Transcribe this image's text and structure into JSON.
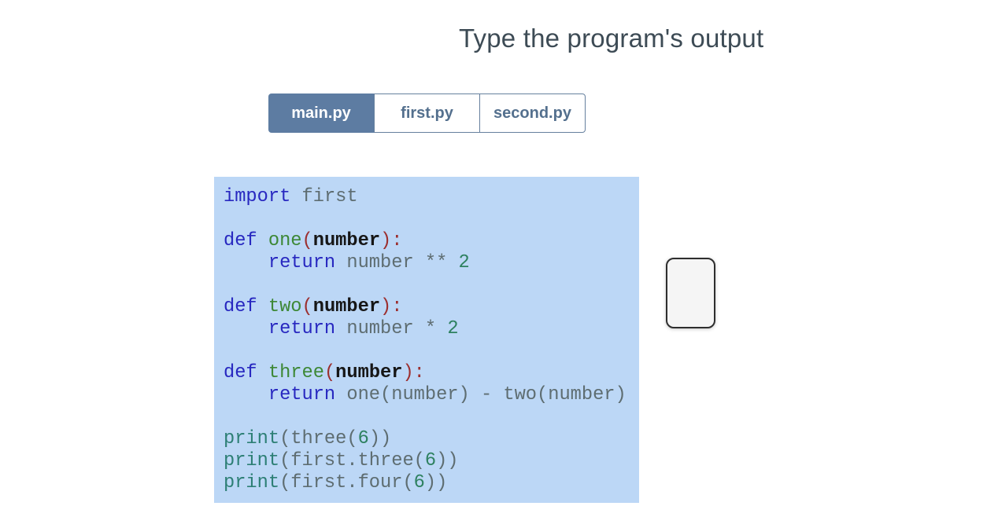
{
  "page": {
    "title": "Type the program's output"
  },
  "tabs": [
    {
      "label": "main.py",
      "active": true
    },
    {
      "label": "first.py",
      "active": false
    },
    {
      "label": "second.py",
      "active": false
    }
  ],
  "answer_box": {
    "value": "",
    "placeholder": ""
  },
  "colors": {
    "active_tab_bg": "#5d7ca2",
    "inactive_tab_text": "#54708e",
    "tab_border": "#66809e",
    "code_bg": "#bcd7f6",
    "keyword": "#2828c0",
    "function_name": "#3d8836",
    "builtin": "#2d7f75",
    "number": "#2e8160",
    "plain": "#5e6d71",
    "parameter": "#161616",
    "def_punctuation": "#9c2f2f",
    "title_text": "#3d4b55"
  },
  "code": {
    "filename_shown": "main.py",
    "plain_text": "import first\n\ndef one(number):\n    return number ** 2\n\ndef two(number):\n    return number * 2\n\ndef three(number):\n    return one(number) - two(number)\n\nprint(three(6))\nprint(first.three(6))\nprint(first.four(6))",
    "lines": [
      [
        {
          "t": "import",
          "c": "kw"
        },
        {
          "t": " first",
          "c": "pl"
        }
      ],
      [],
      [
        {
          "t": "def",
          "c": "kw"
        },
        {
          "t": " ",
          "c": "pl"
        },
        {
          "t": "one",
          "c": "fn"
        },
        {
          "t": "(",
          "c": "dp"
        },
        {
          "t": "number",
          "c": "prm"
        },
        {
          "t": "):",
          "c": "dp"
        }
      ],
      [
        {
          "t": "    ",
          "c": "pl"
        },
        {
          "t": "return",
          "c": "kw"
        },
        {
          "t": " number ** ",
          "c": "pl"
        },
        {
          "t": "2",
          "c": "num"
        }
      ],
      [],
      [
        {
          "t": "def",
          "c": "kw"
        },
        {
          "t": " ",
          "c": "pl"
        },
        {
          "t": "two",
          "c": "fn"
        },
        {
          "t": "(",
          "c": "dp"
        },
        {
          "t": "number",
          "c": "prm"
        },
        {
          "t": "):",
          "c": "dp"
        }
      ],
      [
        {
          "t": "    ",
          "c": "pl"
        },
        {
          "t": "return",
          "c": "kw"
        },
        {
          "t": " number * ",
          "c": "pl"
        },
        {
          "t": "2",
          "c": "num"
        }
      ],
      [],
      [
        {
          "t": "def",
          "c": "kw"
        },
        {
          "t": " ",
          "c": "pl"
        },
        {
          "t": "three",
          "c": "fn"
        },
        {
          "t": "(",
          "c": "dp"
        },
        {
          "t": "number",
          "c": "prm"
        },
        {
          "t": "):",
          "c": "dp"
        }
      ],
      [
        {
          "t": "    ",
          "c": "pl"
        },
        {
          "t": "return",
          "c": "kw"
        },
        {
          "t": " one(number) - two(number)",
          "c": "pl"
        }
      ],
      [],
      [
        {
          "t": "print",
          "c": "bi"
        },
        {
          "t": "(three(",
          "c": "pl"
        },
        {
          "t": "6",
          "c": "num"
        },
        {
          "t": "))",
          "c": "pl"
        }
      ],
      [
        {
          "t": "print",
          "c": "bi"
        },
        {
          "t": "(first.three(",
          "c": "pl"
        },
        {
          "t": "6",
          "c": "num"
        },
        {
          "t": "))",
          "c": "pl"
        }
      ],
      [
        {
          "t": "print",
          "c": "bi"
        },
        {
          "t": "(first.four(",
          "c": "pl"
        },
        {
          "t": "6",
          "c": "num"
        },
        {
          "t": "))",
          "c": "pl"
        }
      ]
    ]
  }
}
